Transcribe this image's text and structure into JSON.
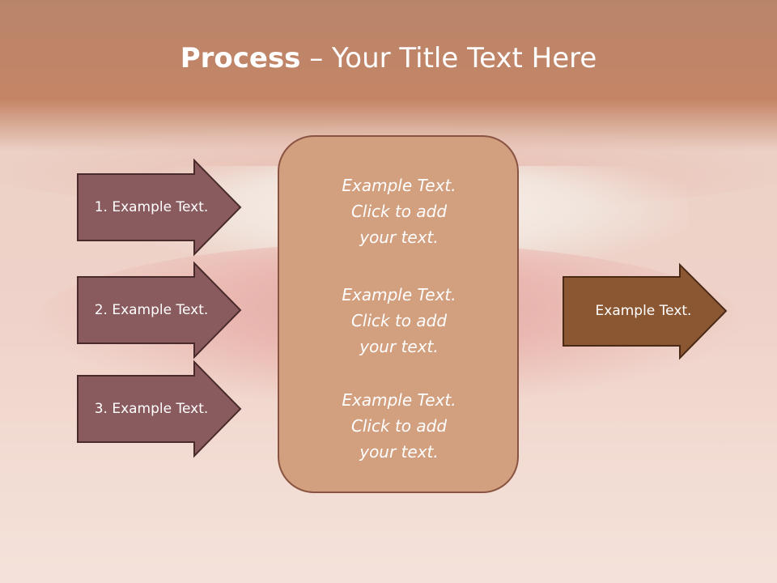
{
  "slide": {
    "title_bold": "Process",
    "title_rest": " – Your Title Text Here",
    "inputs": [
      {
        "label": "1. Example Text."
      },
      {
        "label": "2. Example Text."
      },
      {
        "label": "3. Example Text."
      }
    ],
    "center_blocks": [
      {
        "line1": "Example Text.",
        "line2": "Click  to add",
        "line3": "your text."
      },
      {
        "line1": "Example Text.",
        "line2": "Click  to add",
        "line3": "your text."
      },
      {
        "line1": "Example Text.",
        "line2": "Click  to add",
        "line3": "your text."
      }
    ],
    "output": {
      "label": "Example Text."
    }
  },
  "colors": {
    "input_arrow_fill": "#8a5b5e",
    "input_arrow_stroke": "#4a2b2b",
    "center_box_fill": "#d29f7f",
    "center_box_stroke": "#8a5443",
    "output_arrow_fill": "#8b5733",
    "output_arrow_stroke": "#4a2a15"
  }
}
